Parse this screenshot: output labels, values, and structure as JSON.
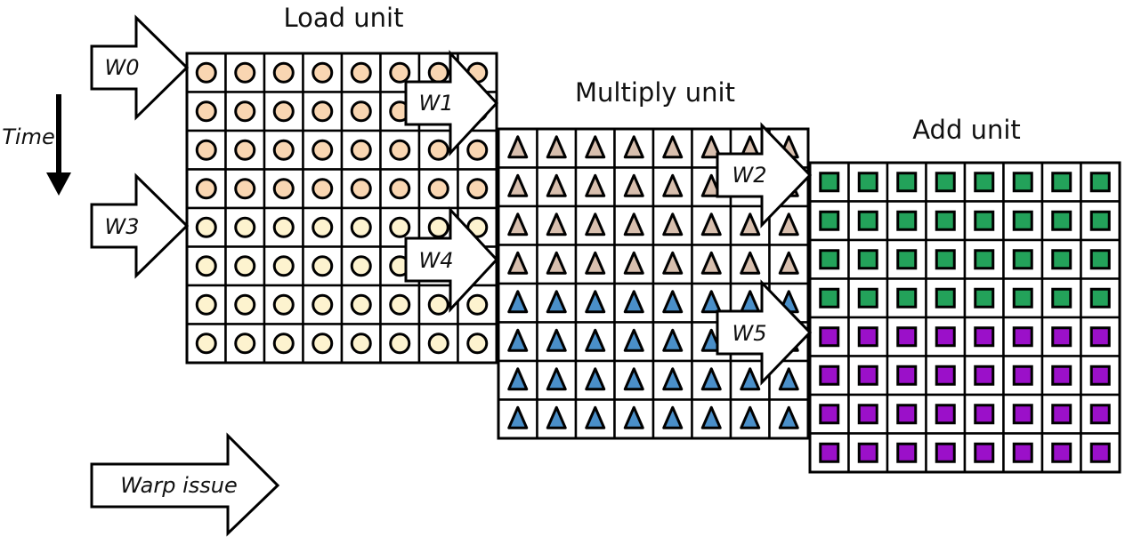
{
  "units": {
    "load": {
      "title": "Load unit",
      "rows": 8,
      "cols": 8,
      "shape": "circle",
      "row_colors": [
        "#f9d6b2",
        "#f9d6b2",
        "#f9d6b2",
        "#f9d6b2",
        "#fdf3cf",
        "#fdf3cf",
        "#fdf3cf",
        "#fdf3cf"
      ]
    },
    "multiply": {
      "title": "Multiply unit",
      "rows": 8,
      "cols": 8,
      "shape": "triangle",
      "row_colors": [
        "#d8bfae",
        "#d8bfae",
        "#d8bfae",
        "#d8bfae",
        "#4a8fc9",
        "#4a8fc9",
        "#4a8fc9",
        "#4a8fc9"
      ]
    },
    "add": {
      "title": "Add unit",
      "rows": 8,
      "cols": 8,
      "shape": "square",
      "row_colors": [
        "#23a25a",
        "#23a25a",
        "#23a25a",
        "#23a25a",
        "#9b10c9",
        "#9b10c9",
        "#9b10c9",
        "#9b10c9"
      ]
    }
  },
  "warps": [
    "W0",
    "W1",
    "W2",
    "W3",
    "W4",
    "W5"
  ],
  "time_label": "Time",
  "issue_label": "Warp issue",
  "colors": {
    "stroke": "#000000",
    "background": "#ffffff"
  }
}
